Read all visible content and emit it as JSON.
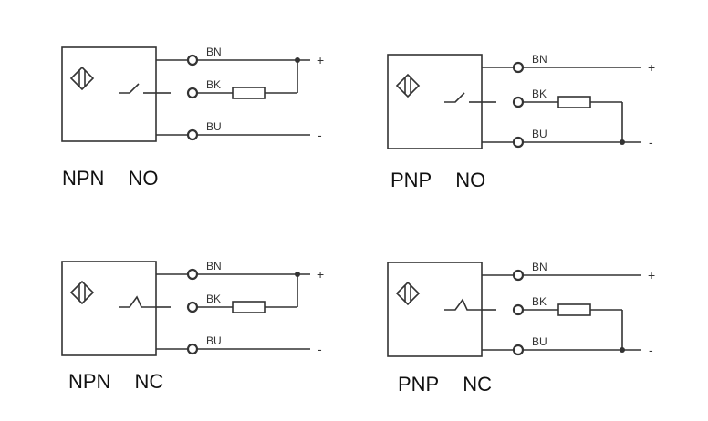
{
  "line_color": "#333333",
  "diagrams": [
    {
      "id": "npn-no",
      "type": "NPN",
      "mode": "NO",
      "wires": {
        "top": "BN",
        "mid": "BK",
        "bot": "BU"
      },
      "plus": "+",
      "minus": "-"
    },
    {
      "id": "pnp-no",
      "type": "PNP",
      "mode": "NO",
      "wires": {
        "top": "BN",
        "mid": "BK",
        "bot": "BU"
      },
      "plus": "+",
      "minus": "-"
    },
    {
      "id": "npn-nc",
      "type": "NPN",
      "mode": "NC",
      "wires": {
        "top": "BN",
        "mid": "BK",
        "bot": "BU"
      },
      "plus": "+",
      "minus": "-"
    },
    {
      "id": "pnp-nc",
      "type": "PNP",
      "mode": "NC",
      "wires": {
        "top": "BN",
        "mid": "BK",
        "bot": "BU"
      },
      "plus": "+",
      "minus": "-"
    }
  ]
}
